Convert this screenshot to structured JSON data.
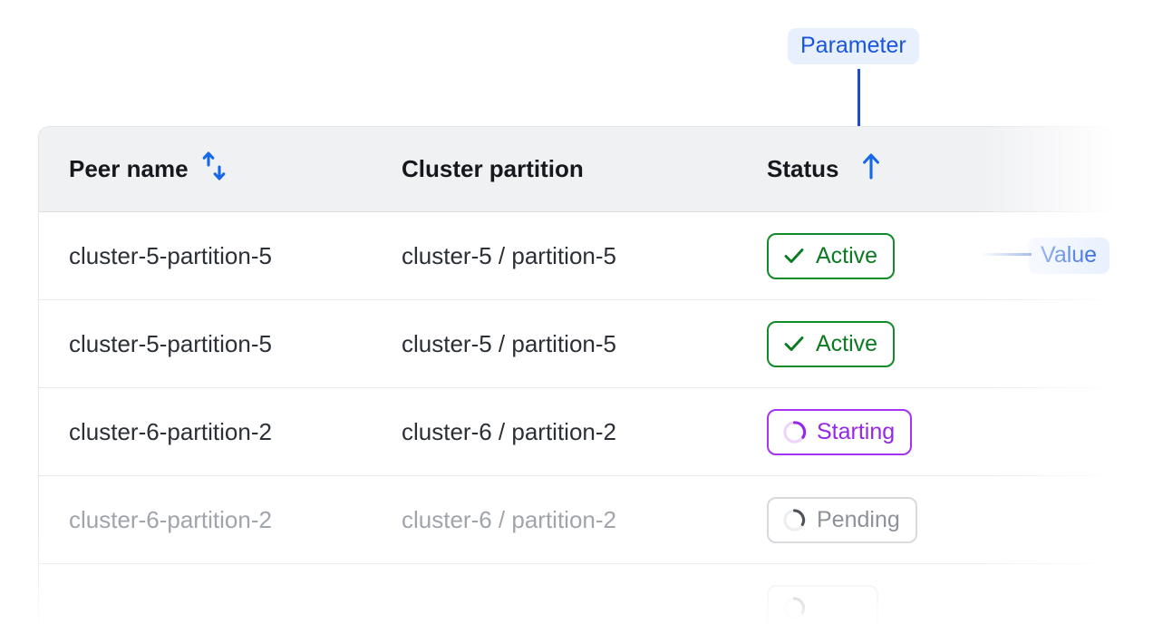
{
  "annotations": [
    {
      "id": "parameter",
      "label": "Parameter",
      "color": "#1a56db",
      "points_to": "status-column-header"
    },
    {
      "id": "value",
      "label": "Value",
      "color": "#1a56db",
      "points_to": "status-badge-row-1"
    }
  ],
  "table": {
    "columns": [
      {
        "key": "peer_name",
        "label": "Peer name",
        "sort_icon": "sort-updown-icon",
        "sorted": false
      },
      {
        "key": "cluster_partition",
        "label": "Cluster partition",
        "sort_icon": null,
        "sorted": false
      },
      {
        "key": "status",
        "label": "Status",
        "sort_icon": "sort-up-icon",
        "sorted": true
      }
    ],
    "rows": [
      {
        "peer_name": "cluster-5-partition-5",
        "cluster_partition": "cluster-5 / partition-5",
        "status": {
          "label": "Active",
          "variant": "active",
          "icon": "check-icon"
        },
        "muted": false
      },
      {
        "peer_name": "cluster-5-partition-5",
        "cluster_partition": "cluster-5 / partition-5",
        "status": {
          "label": "Active",
          "variant": "active",
          "icon": "check-icon"
        },
        "muted": false
      },
      {
        "peer_name": "cluster-6-partition-2",
        "cluster_partition": "cluster-6 / partition-2",
        "status": {
          "label": "Starting",
          "variant": "starting",
          "icon": "spinner-icon"
        },
        "muted": false
      },
      {
        "peer_name": "cluster-6-partition-2",
        "cluster_partition": "cluster-6 / partition-2",
        "status": {
          "label": "Pending",
          "variant": "pending",
          "icon": "spinner-icon"
        },
        "muted": true
      }
    ]
  },
  "colors": {
    "accent_blue": "#1a4fc4",
    "pill_bg": "#e8f0fe",
    "pill_text": "#1a56db",
    "active_green": "#0c7a22",
    "starting_purple": "#9726e8",
    "pending_gray": "#8d9199",
    "header_bg": "#f0f1f3",
    "row_divider": "#e8e9ec",
    "text_primary": "#2b2f36",
    "text_muted": "#a0a4ab"
  }
}
